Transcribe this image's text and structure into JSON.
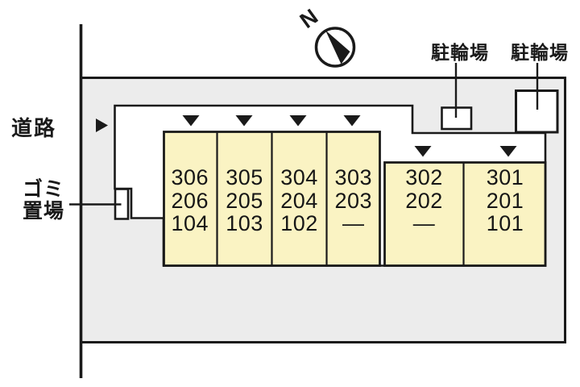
{
  "colors": {
    "line": "#1a1a1a",
    "site_fill": "#ececec",
    "property_fill": "#ffffff",
    "unit_fill": "#faf3c3"
  },
  "labels": {
    "road": "道路",
    "garbage_line1": "ゴミ",
    "garbage_line2": "置場",
    "bicycle_left": "駐輪場",
    "bicycle_right": "駐輪場",
    "compass_n": "N"
  },
  "units": {
    "columns": [
      {
        "id": "stack-306",
        "rows": [
          "306",
          "206",
          "104"
        ]
      },
      {
        "id": "stack-305",
        "rows": [
          "305",
          "205",
          "103"
        ]
      },
      {
        "id": "stack-304",
        "rows": [
          "304",
          "204",
          "102"
        ]
      },
      {
        "id": "stack-303",
        "rows": [
          "303",
          "203",
          "—"
        ]
      },
      {
        "id": "stack-302",
        "rows": [
          "302",
          "202",
          "—"
        ]
      },
      {
        "id": "stack-301",
        "rows": [
          "301",
          "201",
          "101"
        ]
      }
    ]
  }
}
